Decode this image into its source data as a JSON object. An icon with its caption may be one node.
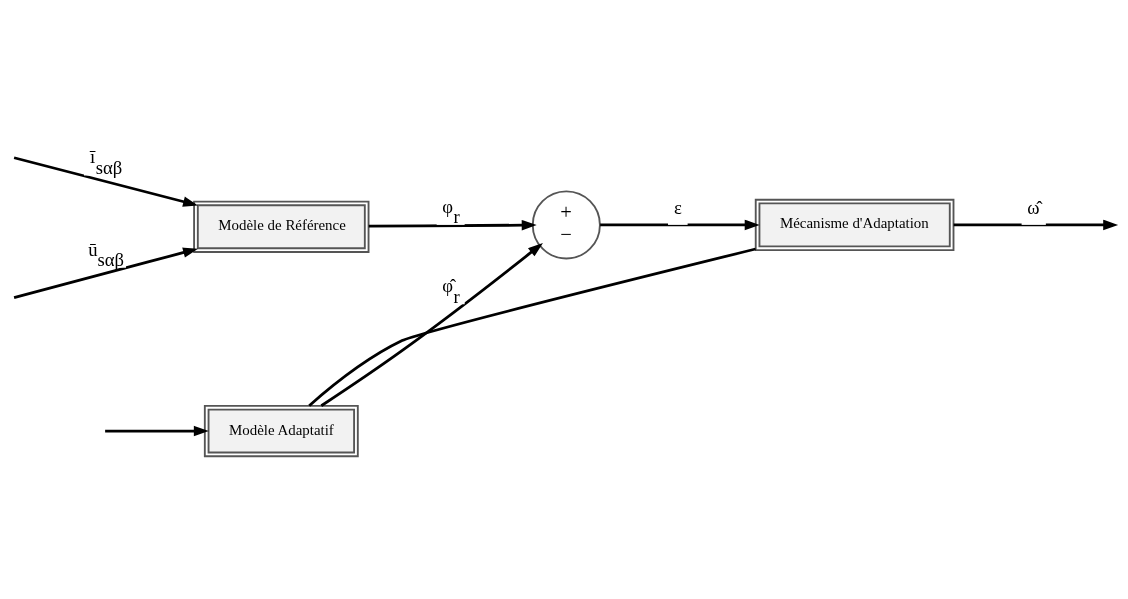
{
  "diagram": {
    "nodes": [
      {
        "text": [
          "Modèle de Référence"
        ]
      },
      {
        "text": [
          "Modèle Adaptatif"
        ]
      },
      {
        "text": [
          "+",
          "−"
        ]
      },
      {
        "text": [
          "Mécanisme d'Adaptation"
        ]
      }
    ],
    "edges": [
      {
        "from": null,
        "to": 0,
        "arrow": "to",
        "label": "ū$_{sαβ}$"
      },
      {
        "from": null,
        "to": 0,
        "arrow": "to",
        "label": "ī$_{sαβ}$"
      },
      {
        "from": null,
        "to": 1,
        "arrow": "to"
      },
      {
        "from": 0,
        "to": 2,
        "arrow": "to",
        "label": "φ$_{r}$"
      },
      {
        "from": 1,
        "to": 2,
        "arrow": "to",
        "label": "φ̂$_{r}$"
      },
      {
        "from": 2,
        "to": 3,
        "arrow": "to",
        "label": "ε"
      },
      {
        "from": 3,
        "to": null,
        "arrow": "to",
        "label": "ω̂"
      },
      {
        "from": 3,
        "to": 1,
        "arrow": "none"
      }
    ]
  }
}
